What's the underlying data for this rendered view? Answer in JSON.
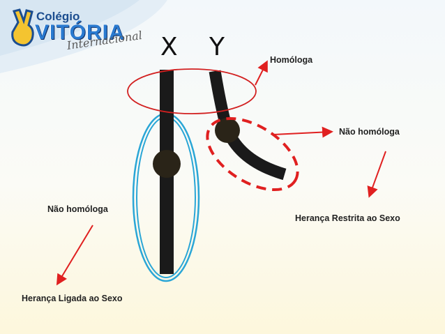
{
  "logo": {
    "line1": "Colégio",
    "line2": "VITÓRIA",
    "line3": "Internacional"
  },
  "chromosomes": {
    "x_label": "X",
    "y_label": "Y"
  },
  "labels": {
    "homologa": "Homóloga",
    "nao_homologa_y": "Não homóloga",
    "nao_homologa_x": "Não homóloga",
    "heranca_restrita": "Herança Restrita ao Sexo",
    "heranca_ligada": "Herança Ligada ao Sexo"
  },
  "colors": {
    "chromosome": "#1a1a1a",
    "centromere": "#2a2418",
    "red_arrow": "#e02020",
    "cyan_outline": "#2aa6d6",
    "logo_blue": "#2a7ad0"
  }
}
